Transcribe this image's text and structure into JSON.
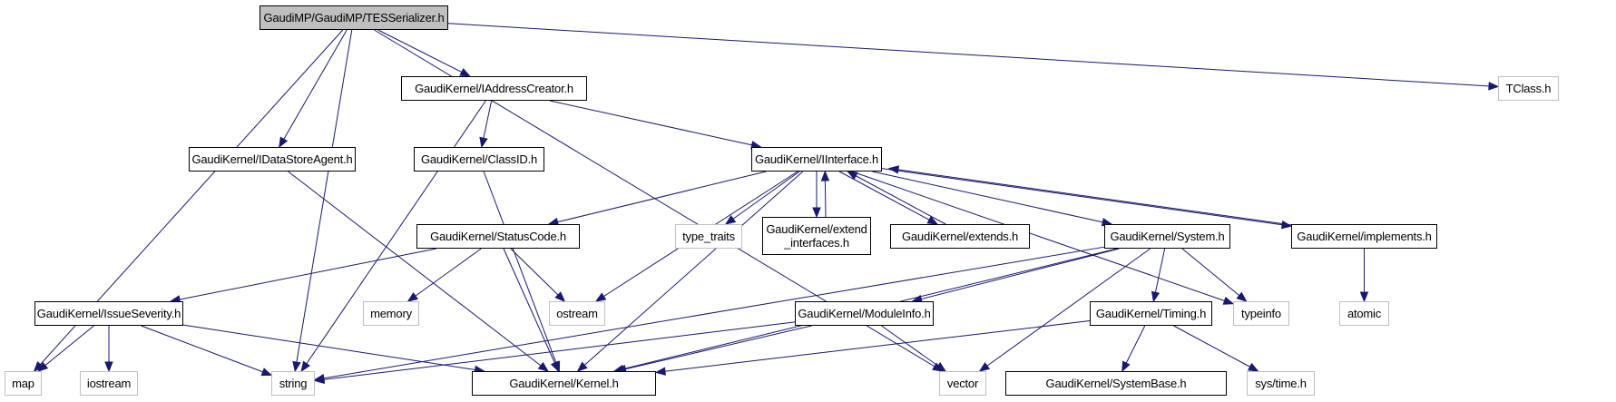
{
  "title": "GaudiMP/GaudiMP/TESSerializer.h include dependency graph",
  "colors": {
    "edge": "#191970",
    "root_fill": "#bfbfbf",
    "internal_border": "#000000",
    "external_border": "#bfbfbf"
  },
  "nodes": [
    {
      "id": "tes",
      "label": "GaudiMP/GaudiMP/TESSerializer.h",
      "kind": "root"
    },
    {
      "id": "iaddr",
      "label": "GaudiKernel/IAddressCreator.h",
      "kind": "internal"
    },
    {
      "id": "tclass",
      "label": "TClass.h",
      "kind": "external"
    },
    {
      "id": "idsa",
      "label": "GaudiKernel/IDataStoreAgent.h",
      "kind": "internal"
    },
    {
      "id": "classid",
      "label": "GaudiKernel/ClassID.h",
      "kind": "internal"
    },
    {
      "id": "iint",
      "label": "GaudiKernel/IInterface.h",
      "kind": "internal"
    },
    {
      "id": "status",
      "label": "GaudiKernel/StatusCode.h",
      "kind": "internal"
    },
    {
      "id": "typetraits",
      "label": "type_traits",
      "kind": "external"
    },
    {
      "id": "extint",
      "label": "GaudiKernel/extend\n_interfaces.h",
      "kind": "internal"
    },
    {
      "id": "extends",
      "label": "GaudiKernel/extends.h",
      "kind": "internal"
    },
    {
      "id": "system",
      "label": "GaudiKernel/System.h",
      "kind": "internal"
    },
    {
      "id": "impl",
      "label": "GaudiKernel/implements.h",
      "kind": "internal"
    },
    {
      "id": "issue",
      "label": "GaudiKernel/IssueSeverity.h",
      "kind": "internal"
    },
    {
      "id": "memory",
      "label": "memory",
      "kind": "external"
    },
    {
      "id": "ostream",
      "label": "ostream",
      "kind": "external"
    },
    {
      "id": "modinfo",
      "label": "GaudiKernel/ModuleInfo.h",
      "kind": "internal"
    },
    {
      "id": "timing",
      "label": "GaudiKernel/Timing.h",
      "kind": "internal"
    },
    {
      "id": "typeinfo",
      "label": "typeinfo",
      "kind": "external"
    },
    {
      "id": "atomic",
      "label": "atomic",
      "kind": "external"
    },
    {
      "id": "map",
      "label": "map",
      "kind": "external"
    },
    {
      "id": "iostream",
      "label": "iostream",
      "kind": "external"
    },
    {
      "id": "string",
      "label": "string",
      "kind": "external"
    },
    {
      "id": "kernel",
      "label": "GaudiKernel/Kernel.h",
      "kind": "internal"
    },
    {
      "id": "vector",
      "label": "vector",
      "kind": "external"
    },
    {
      "id": "sysbase",
      "label": "GaudiKernel/SystemBase.h",
      "kind": "internal"
    },
    {
      "id": "systime",
      "label": "sys/time.h",
      "kind": "external"
    }
  ],
  "edges": [
    [
      "tes",
      "map"
    ],
    [
      "tes",
      "string"
    ],
    [
      "tes",
      "idsa"
    ],
    [
      "tes",
      "iaddr"
    ],
    [
      "tes",
      "tclass"
    ],
    [
      "tes",
      "vector"
    ],
    [
      "iaddr",
      "string"
    ],
    [
      "iaddr",
      "classid"
    ],
    [
      "iaddr",
      "iint"
    ],
    [
      "idsa",
      "kernel"
    ],
    [
      "classid",
      "kernel"
    ],
    [
      "iint",
      "status"
    ],
    [
      "iint",
      "ostream"
    ],
    [
      "iint",
      "kernel"
    ],
    [
      "iint",
      "typetraits"
    ],
    [
      "iint",
      "extint"
    ],
    [
      "iint",
      "extends"
    ],
    [
      "iint",
      "system"
    ],
    [
      "iint",
      "impl"
    ],
    [
      "iint",
      "typeinfo"
    ],
    [
      "extint",
      "iint"
    ],
    [
      "extends",
      "iint"
    ],
    [
      "impl",
      "iint"
    ],
    [
      "status",
      "issue"
    ],
    [
      "status",
      "memory"
    ],
    [
      "status",
      "ostream"
    ],
    [
      "status",
      "kernel"
    ],
    [
      "issue",
      "map"
    ],
    [
      "issue",
      "iostream"
    ],
    [
      "issue",
      "string"
    ],
    [
      "issue",
      "kernel"
    ],
    [
      "system",
      "string"
    ],
    [
      "system",
      "kernel"
    ],
    [
      "system",
      "modinfo"
    ],
    [
      "system",
      "vector"
    ],
    [
      "system",
      "timing"
    ],
    [
      "system",
      "typeinfo"
    ],
    [
      "modinfo",
      "string"
    ],
    [
      "modinfo",
      "kernel"
    ],
    [
      "modinfo",
      "vector"
    ],
    [
      "timing",
      "kernel"
    ],
    [
      "timing",
      "sysbase"
    ],
    [
      "timing",
      "systime"
    ],
    [
      "impl",
      "atomic"
    ]
  ]
}
